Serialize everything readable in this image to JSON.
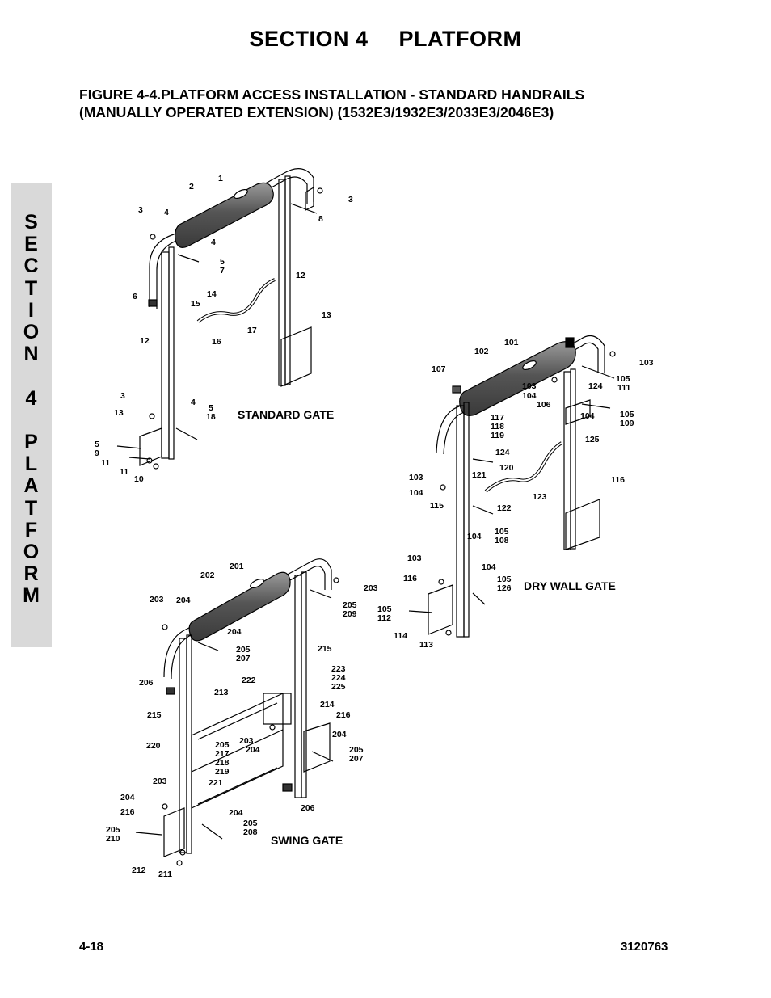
{
  "header": {
    "section": "SECTION 4",
    "name": "PLATFORM"
  },
  "figure": {
    "line1": "FIGURE 4-4.PLATFORM ACCESS INSTALLATION - STANDARD HANDRAILS",
    "line2": "(MANUALLY OPERATED EXTENSION) (1532E3/1932E3/2033E3/2046E3)"
  },
  "side_tab": [
    "S",
    "E",
    "C",
    "T",
    "I",
    "O",
    "N",
    "",
    "4",
    "",
    "P",
    "L",
    "A",
    "T",
    "F",
    "O",
    "R",
    "M"
  ],
  "gates": {
    "standard": "STANDARD GATE",
    "dry_wall": "DRY WALL GATE",
    "swing": "SWING GATE"
  },
  "callouts": {
    "standard": [
      "1",
      "2",
      "3",
      "4",
      "3",
      "8",
      "4",
      "5",
      "7",
      "6",
      "14",
      "15",
      "12",
      "17",
      "16",
      "12",
      "13",
      "3",
      "4",
      "5",
      "18",
      "13",
      "5",
      "9",
      "11",
      "11",
      "10"
    ],
    "dry_wall": [
      "101",
      "102",
      "103",
      "107",
      "103",
      "104",
      "106",
      "124",
      "105",
      "111",
      "117",
      "118",
      "119",
      "104",
      "105",
      "109",
      "125",
      "124",
      "121",
      "120",
      "103",
      "104",
      "123",
      "116",
      "122",
      "115",
      "104",
      "105",
      "108",
      "103",
      "104",
      "105",
      "126",
      "116",
      "105",
      "112",
      "114",
      "113"
    ],
    "swing": [
      "201",
      "202",
      "203",
      "203",
      "204",
      "205",
      "209",
      "204",
      "205",
      "207",
      "215",
      "206",
      "222",
      "223",
      "224",
      "225",
      "213",
      "214",
      "216",
      "215",
      "205",
      "217",
      "218",
      "219",
      "203",
      "204",
      "204",
      "205",
      "207",
      "220",
      "221",
      "203",
      "206",
      "204",
      "216",
      "204",
      "205",
      "208",
      "205",
      "210",
      "212",
      "211"
    ]
  },
  "footer": {
    "page": "4-18",
    "doc_number": "3120763"
  }
}
